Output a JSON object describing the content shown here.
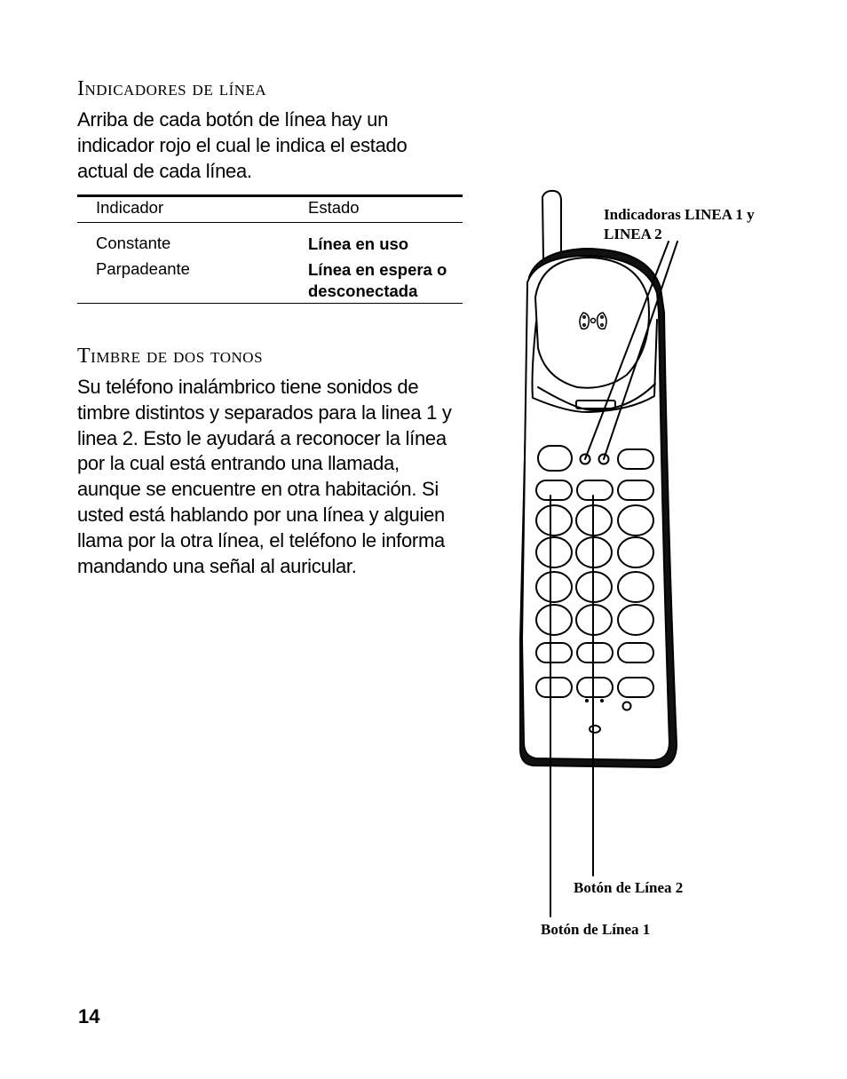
{
  "section1": {
    "heading": "Indicadores de línea",
    "body": "Arriba de cada botón de línea hay un indicador rojo el cual le indica el estado actual de cada línea."
  },
  "table": {
    "headers": [
      "Indicador",
      "Estado"
    ],
    "rows": [
      {
        "indicator": "Constante",
        "status": "Línea en uso"
      },
      {
        "indicator": "Parpadeante",
        "status": "Línea en espera o desconectada"
      }
    ]
  },
  "section2": {
    "heading": "Timbre de dos tonos",
    "body": "Su teléfono inalámbrico tiene sonidos de timbre distintos y separados para la linea 1 y linea 2. Esto le ayudará a reconocer la línea por la cual está entrando una llamada, aunque se encuentre en otra habitación.  Si usted está hablando por una línea y alguien llama por la otra línea, el teléfono le informa mandando una señal al auricular."
  },
  "figure": {
    "callout_indicators": "Indicadoras LINEA 1 y LINEA 2",
    "callout_button2": "Botón de Línea 2",
    "callout_button1": "Botón de Línea 1"
  },
  "page_number": "14"
}
